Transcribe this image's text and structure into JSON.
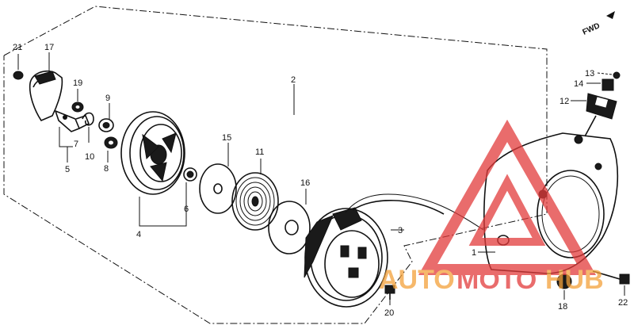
{
  "direction_label": "FWD",
  "watermark": {
    "part1": "AUTO",
    "part2": "MOTO",
    "part3": "HUB",
    "color_red": "#e23b3b",
    "color_orange": "#f3a13a"
  },
  "callouts": {
    "c1": "1",
    "c2": "2",
    "c3": "3",
    "c4": "4",
    "c5": "5",
    "c6": "6",
    "c7": "7",
    "c8": "8",
    "c9": "9",
    "c10": "10",
    "c11": "11",
    "c12": "12",
    "c13": "13",
    "c14": "14",
    "c15": "15",
    "c16": "16",
    "c17": "17",
    "c18": "18",
    "c19": "19",
    "c20": "20",
    "c21": "21",
    "c22": "22"
  }
}
